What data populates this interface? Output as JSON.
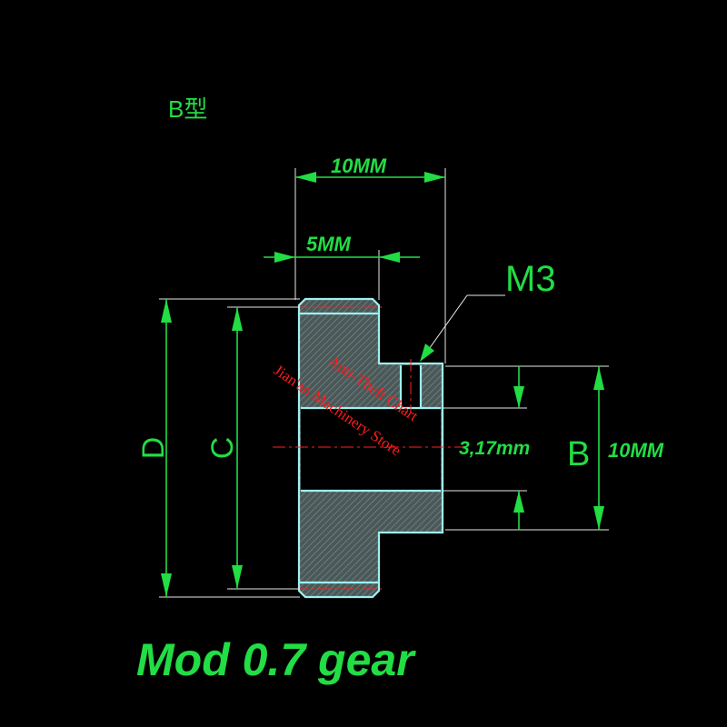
{
  "labels": {
    "type": "B型",
    "dim_total_width": "10MM",
    "dim_hub_width": "5MM",
    "thread": "M3",
    "label_d": "D",
    "label_c": "C",
    "label_b": "B",
    "dim_b": "10MM",
    "bore": "3,17mm",
    "caption": "Mod 0.7 gear"
  },
  "watermark": {
    "line1": "Anti-Theft Chart",
    "line2": "Jian'an Machinery Store"
  },
  "colors": {
    "text": "#22dd44",
    "outline": "#9ef0ee",
    "hatch": "#5a6a6a",
    "centerline": "#ff2020",
    "watermark": "#ff1a1a"
  }
}
